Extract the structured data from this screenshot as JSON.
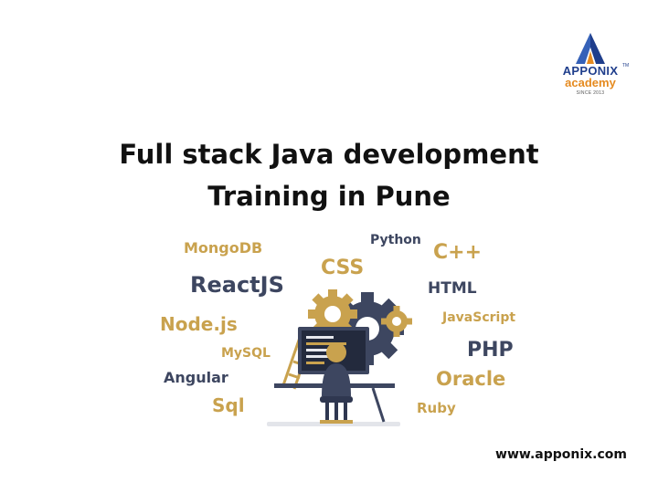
{
  "logo": {
    "brand": "APPONIX",
    "tm": "TM",
    "sub": "academy",
    "since": "SINCE 2013"
  },
  "title": {
    "line1": "Full stack Java development",
    "line2": "Training in Pune"
  },
  "technologies": {
    "mongodb": "MongoDB",
    "python": "Python",
    "cpp": "C++",
    "css": "CSS",
    "reactjs": "ReactJS",
    "html": "HTML",
    "javascript": "JavaScript",
    "nodejs": "Node.js",
    "php": "PHP",
    "mysql": "MySQL",
    "angular": "Angular",
    "oracle": "Oracle",
    "sql": "Sql",
    "ruby": "Ruby"
  },
  "colors": {
    "gold": "#c9a24e",
    "navy": "#3d4660",
    "logo_blue": "#1f3e8c",
    "logo_orange": "#e58a1f"
  },
  "footer": {
    "url": "www.apponix.com"
  }
}
